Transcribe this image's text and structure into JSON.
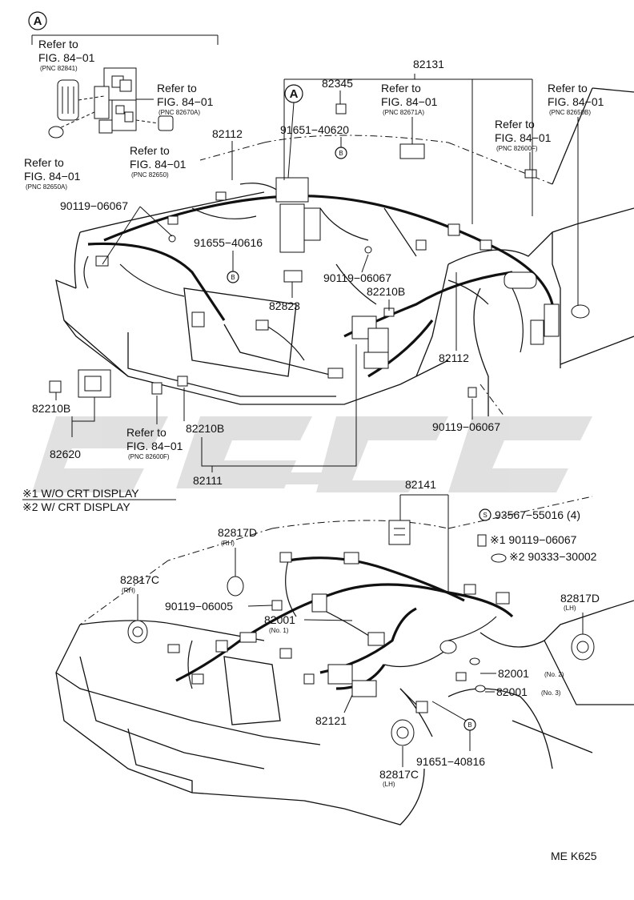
{
  "callouts": {
    "a_inset": "A",
    "a_main": "A",
    "b1": "B",
    "b2": "B",
    "b3": "B",
    "s1": "S"
  },
  "refs": {
    "ref_top": [
      "Refer to",
      "FIG. 84−01"
    ],
    "ref_top_pnc": "(PNC 82841)",
    "ref_inset_right": [
      "Refer to",
      "FIG. 84−01"
    ],
    "ref_inset_right_pnc": "(PNC 82670A)",
    "ref_inset_mid": [
      "Refer to",
      "FIG. 84−01"
    ],
    "ref_inset_mid_pnc": "(PNC 82650)",
    "ref_inset_left": [
      "Refer to",
      "FIG. 84−01"
    ],
    "ref_inset_left_pnc": "(PNC 82650A)",
    "ref_82671a": [
      "Refer to",
      "FIG. 84−01"
    ],
    "ref_82671a_pnc": "(PNC 82671A)",
    "ref_82600f_top": [
      "Refer to",
      "FIG. 84−01"
    ],
    "ref_82600f_top_pnc": "(PNC 82600F)",
    "ref_82650b": [
      "Refer to",
      "FIG. 84−01"
    ],
    "ref_82650b_pnc": "(PNC 82650B)",
    "ref_82600f_bottom": [
      "Refer to",
      "FIG. 84−01"
    ],
    "ref_82600f_bottom_pnc": "(PNC 82600F)"
  },
  "parts": {
    "p82131": "82131",
    "p82345": "82345",
    "p91651_40620": "91651−40620",
    "p82112_top": "82112",
    "p90119_06067_a": "90119−06067",
    "p91655_40616": "91655−40616",
    "p90119_06067_b": "90119−06067",
    "p82210b_right": "82210B",
    "p82823": "82823",
    "p82112_right": "82112",
    "p90119_06067_c": "90119−06067",
    "p82210b_left": "82210B",
    "p82620": "82620",
    "p82210b_mid": "82210B",
    "p82111": "82111",
    "p82141": "82141",
    "p93567_55016": "93567−55016 (4)",
    "p90119_06067_d": "※1 90119−06067",
    "p90333_30002": "※2 90333−30002",
    "p82817d_rh": "82817D",
    "p82817d_rh_side": "(RH)",
    "p82817c_rh": "82817C",
    "p82817c_rh_side": "(RH)",
    "p90119_06005": "90119−06005",
    "p82001_no1": "82001",
    "p82001_no1_sub": "(No. 1)",
    "p82817d_lh": "82817D",
    "p82817d_lh_side": "(LH)",
    "p82001_no2": "82001",
    "p82001_no2_sub": "(No. 2)",
    "p82001_no3": "82001",
    "p82001_no3_sub": "(No. 3)",
    "p82121": "82121",
    "p91651_40816": "91651−40816",
    "p82817c_lh": "82817C",
    "p82817c_lh_side": "(LH)"
  },
  "legend": {
    "note1": "※1 W/O  CRT DISPLAY",
    "note2": "※2 W/  CRT DISPLAY"
  },
  "code": "ME K625",
  "watermark_color": "#c8c8c8"
}
